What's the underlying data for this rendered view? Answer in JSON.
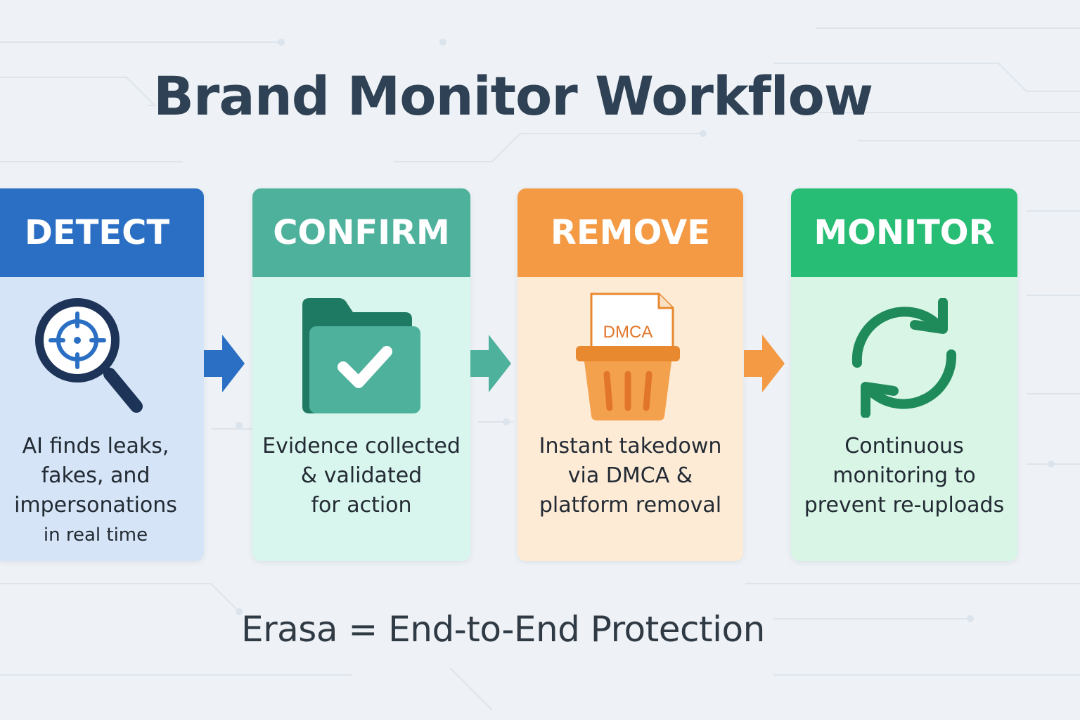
{
  "title": "Brand Monitor Workflow",
  "steps": [
    {
      "label": "DETECT",
      "icon": "magnifier-target-icon",
      "description": [
        "AI finds leaks,",
        "fakes, and",
        "impersonations",
        "in real time"
      ],
      "header_color": "#2a6fc4",
      "body_color": "#d5e4f6"
    },
    {
      "label": "CONFIRM",
      "icon": "folder-check-icon",
      "description": [
        "Evidence collected",
        "& validated",
        "for action"
      ],
      "header_color": "#4eb19c",
      "body_color": "#d9f6ee"
    },
    {
      "label": "REMOVE",
      "icon": "dmca-trash-icon",
      "icon_text": "DMCA",
      "description": [
        "Instant takedown",
        "via DMCA &",
        "platform removal"
      ],
      "header_color": "#f49a45",
      "body_color": "#fdebd6"
    },
    {
      "label": "MONITOR",
      "icon": "refresh-cycle-icon",
      "description": [
        "Continuous",
        "monitoring to",
        "prevent re-uploads"
      ],
      "header_color": "#28bd74",
      "body_color": "#d8f5e6"
    }
  ],
  "arrow_colors": [
    "#2a6fc4",
    "#4eb19c",
    "#f49a45"
  ],
  "tagline": "Erasa = End-to-End Protection"
}
